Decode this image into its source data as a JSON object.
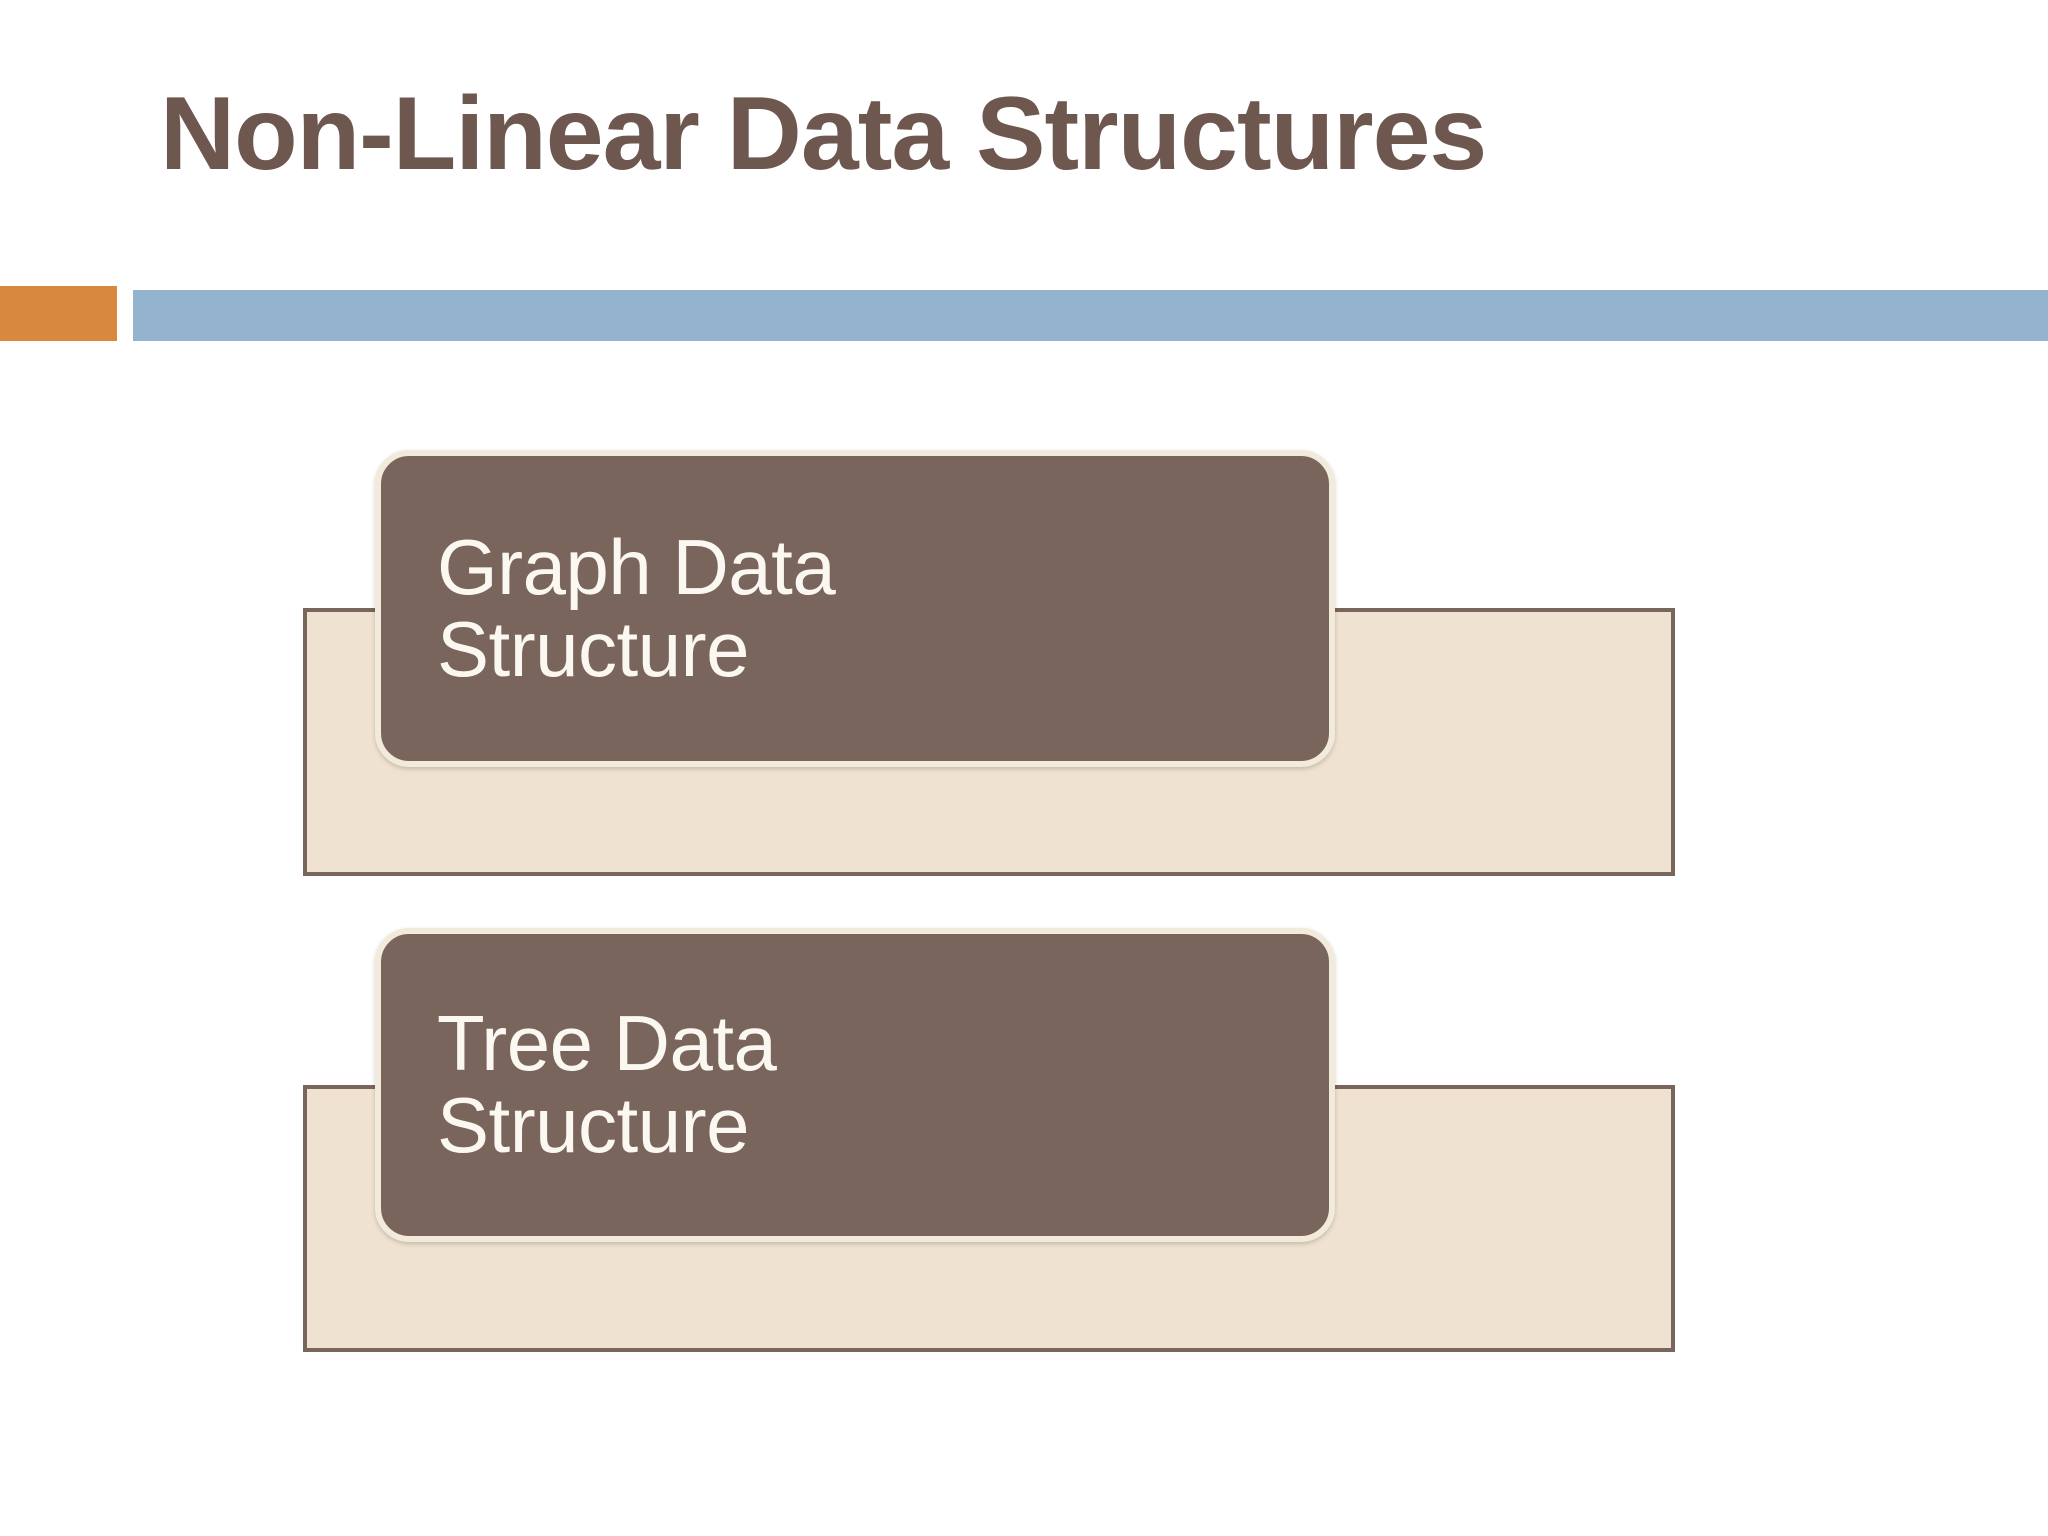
{
  "slide": {
    "title": "Non-Linear Data Structures",
    "background_color": "#FFFFFF",
    "title_color": "#6E574F"
  },
  "divider": {
    "accent_color": "#D9883F",
    "bar_color": "#93B3CE"
  },
  "theme": {
    "callout_fill": "#7A655C",
    "callout_border": "#F2EADA",
    "callout_text_color": "#FBF8F2",
    "panel_fill": "#EFE2D0",
    "panel_border": "#7A655C"
  },
  "groups": [
    {
      "id": "graph",
      "label": "Graph Data\nStructure"
    },
    {
      "id": "tree",
      "label": "Tree Data\nStructure"
    }
  ]
}
